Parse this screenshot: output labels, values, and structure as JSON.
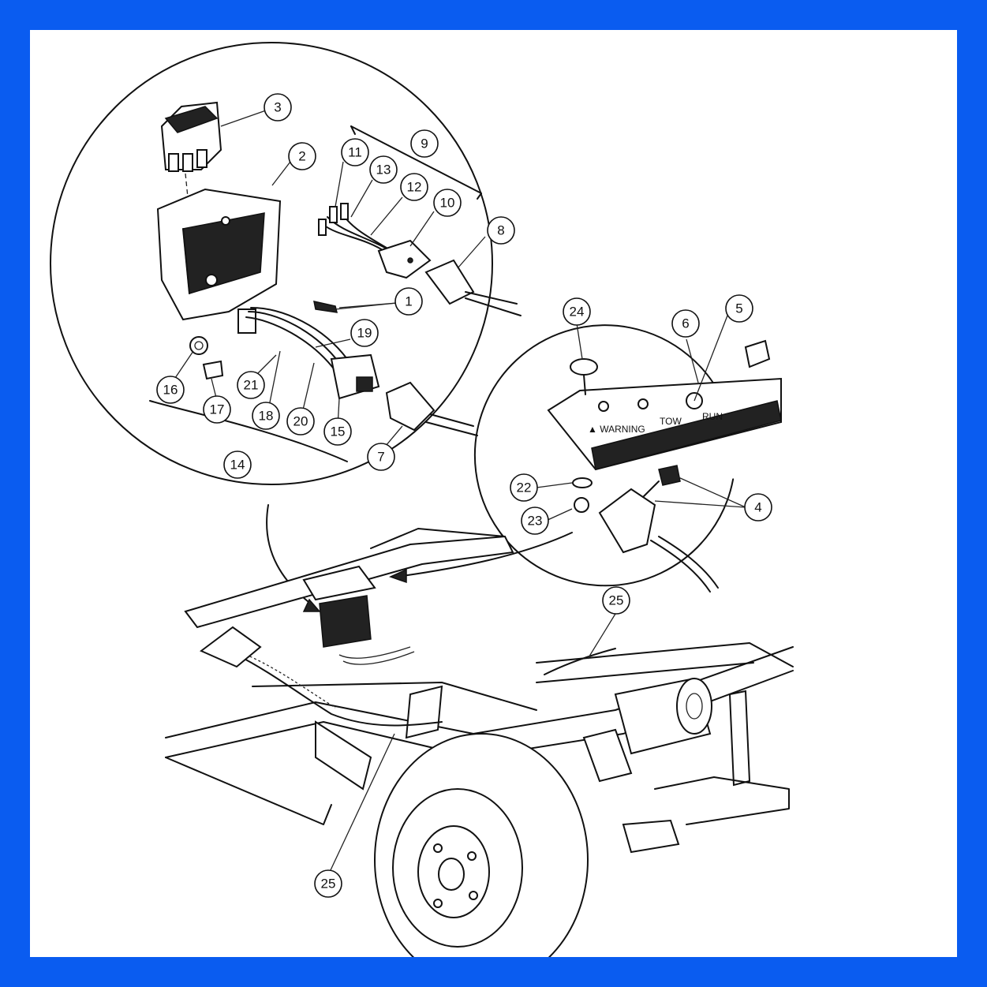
{
  "frame": {
    "border_color": "#0a5cf0",
    "background": "#ffffff"
  },
  "decal": {
    "warning": "▲ WARNING",
    "tow": "TOW",
    "run": "RUN"
  },
  "callouts": [
    "1",
    "2",
    "3",
    "4",
    "5",
    "6",
    "7",
    "8",
    "9",
    "10",
    "11",
    "12",
    "13",
    "14",
    "15",
    "16",
    "17",
    "18",
    "19",
    "20",
    "21",
    "22",
    "23",
    "24",
    "25",
    "25"
  ]
}
